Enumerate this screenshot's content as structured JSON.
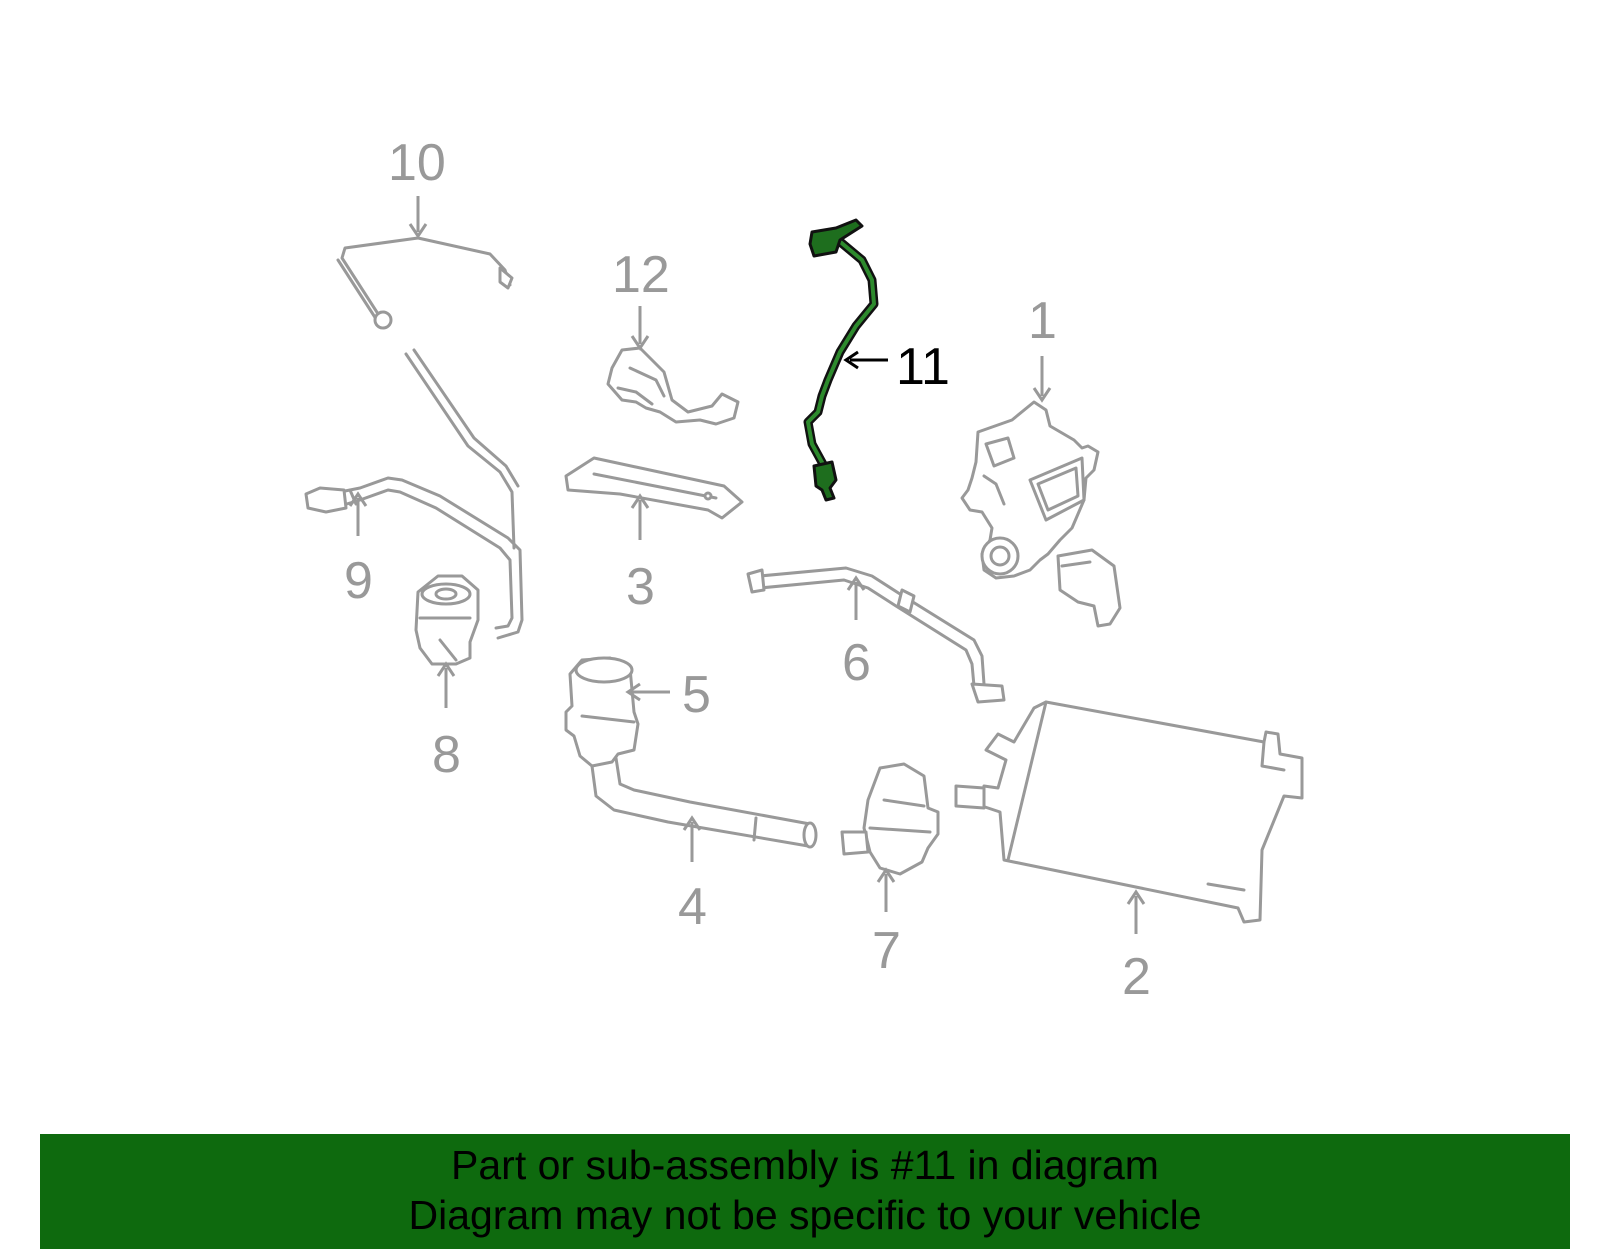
{
  "diagram": {
    "callouts": [
      {
        "id": "1",
        "label": "1"
      },
      {
        "id": "2",
        "label": "2"
      },
      {
        "id": "3",
        "label": "3"
      },
      {
        "id": "4",
        "label": "4"
      },
      {
        "id": "5",
        "label": "5"
      },
      {
        "id": "6",
        "label": "6"
      },
      {
        "id": "7",
        "label": "7"
      },
      {
        "id": "8",
        "label": "8"
      },
      {
        "id": "9",
        "label": "9"
      },
      {
        "id": "10",
        "label": "10"
      },
      {
        "id": "11",
        "label": "11",
        "highlighted": true
      },
      {
        "id": "12",
        "label": "12"
      }
    ],
    "colors": {
      "part_outline": "#999999",
      "highlight_fill": "#1e6e1e",
      "banner_background": "#0e6a0e",
      "active_label": "#000000"
    }
  },
  "banner": {
    "line1": "Part or sub-assembly is #11 in diagram",
    "line2": "Diagram may not be specific to your vehicle"
  }
}
